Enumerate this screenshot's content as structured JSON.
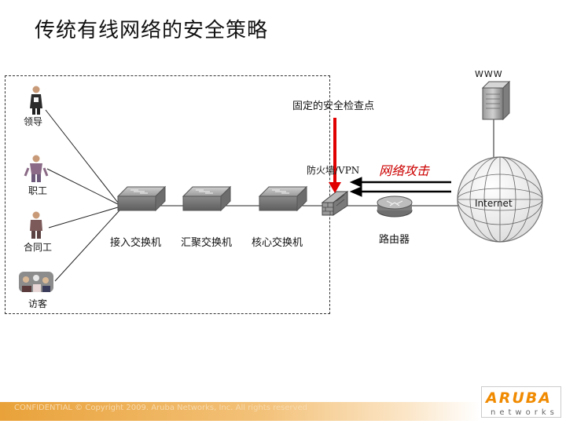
{
  "title": "传统有线网络的安全策略",
  "labels": {
    "www": "WWW",
    "checkpoint": "固定的安全检查点",
    "leader": "领导",
    "staff": "职工",
    "contractor": "合同工",
    "visitor": "访客",
    "firewall": "防火墙/VPN",
    "attack": "网络攻击",
    "internet": "Internet",
    "access_switch": "接入交换机",
    "aggregation_switch": "汇聚交换机",
    "core_switch": "核心交换机",
    "router": "路由器"
  },
  "footer": {
    "text": "CONFIDENTIAL © Copyright 2009. Aruba Networks, Inc. All rights reserved"
  },
  "logo": {
    "word": "ARUBA",
    "sub": "networks"
  },
  "colors": {
    "attack_red": "#cc0000",
    "arrow_red": "#e00000",
    "brand_orange": "#f08a00"
  }
}
